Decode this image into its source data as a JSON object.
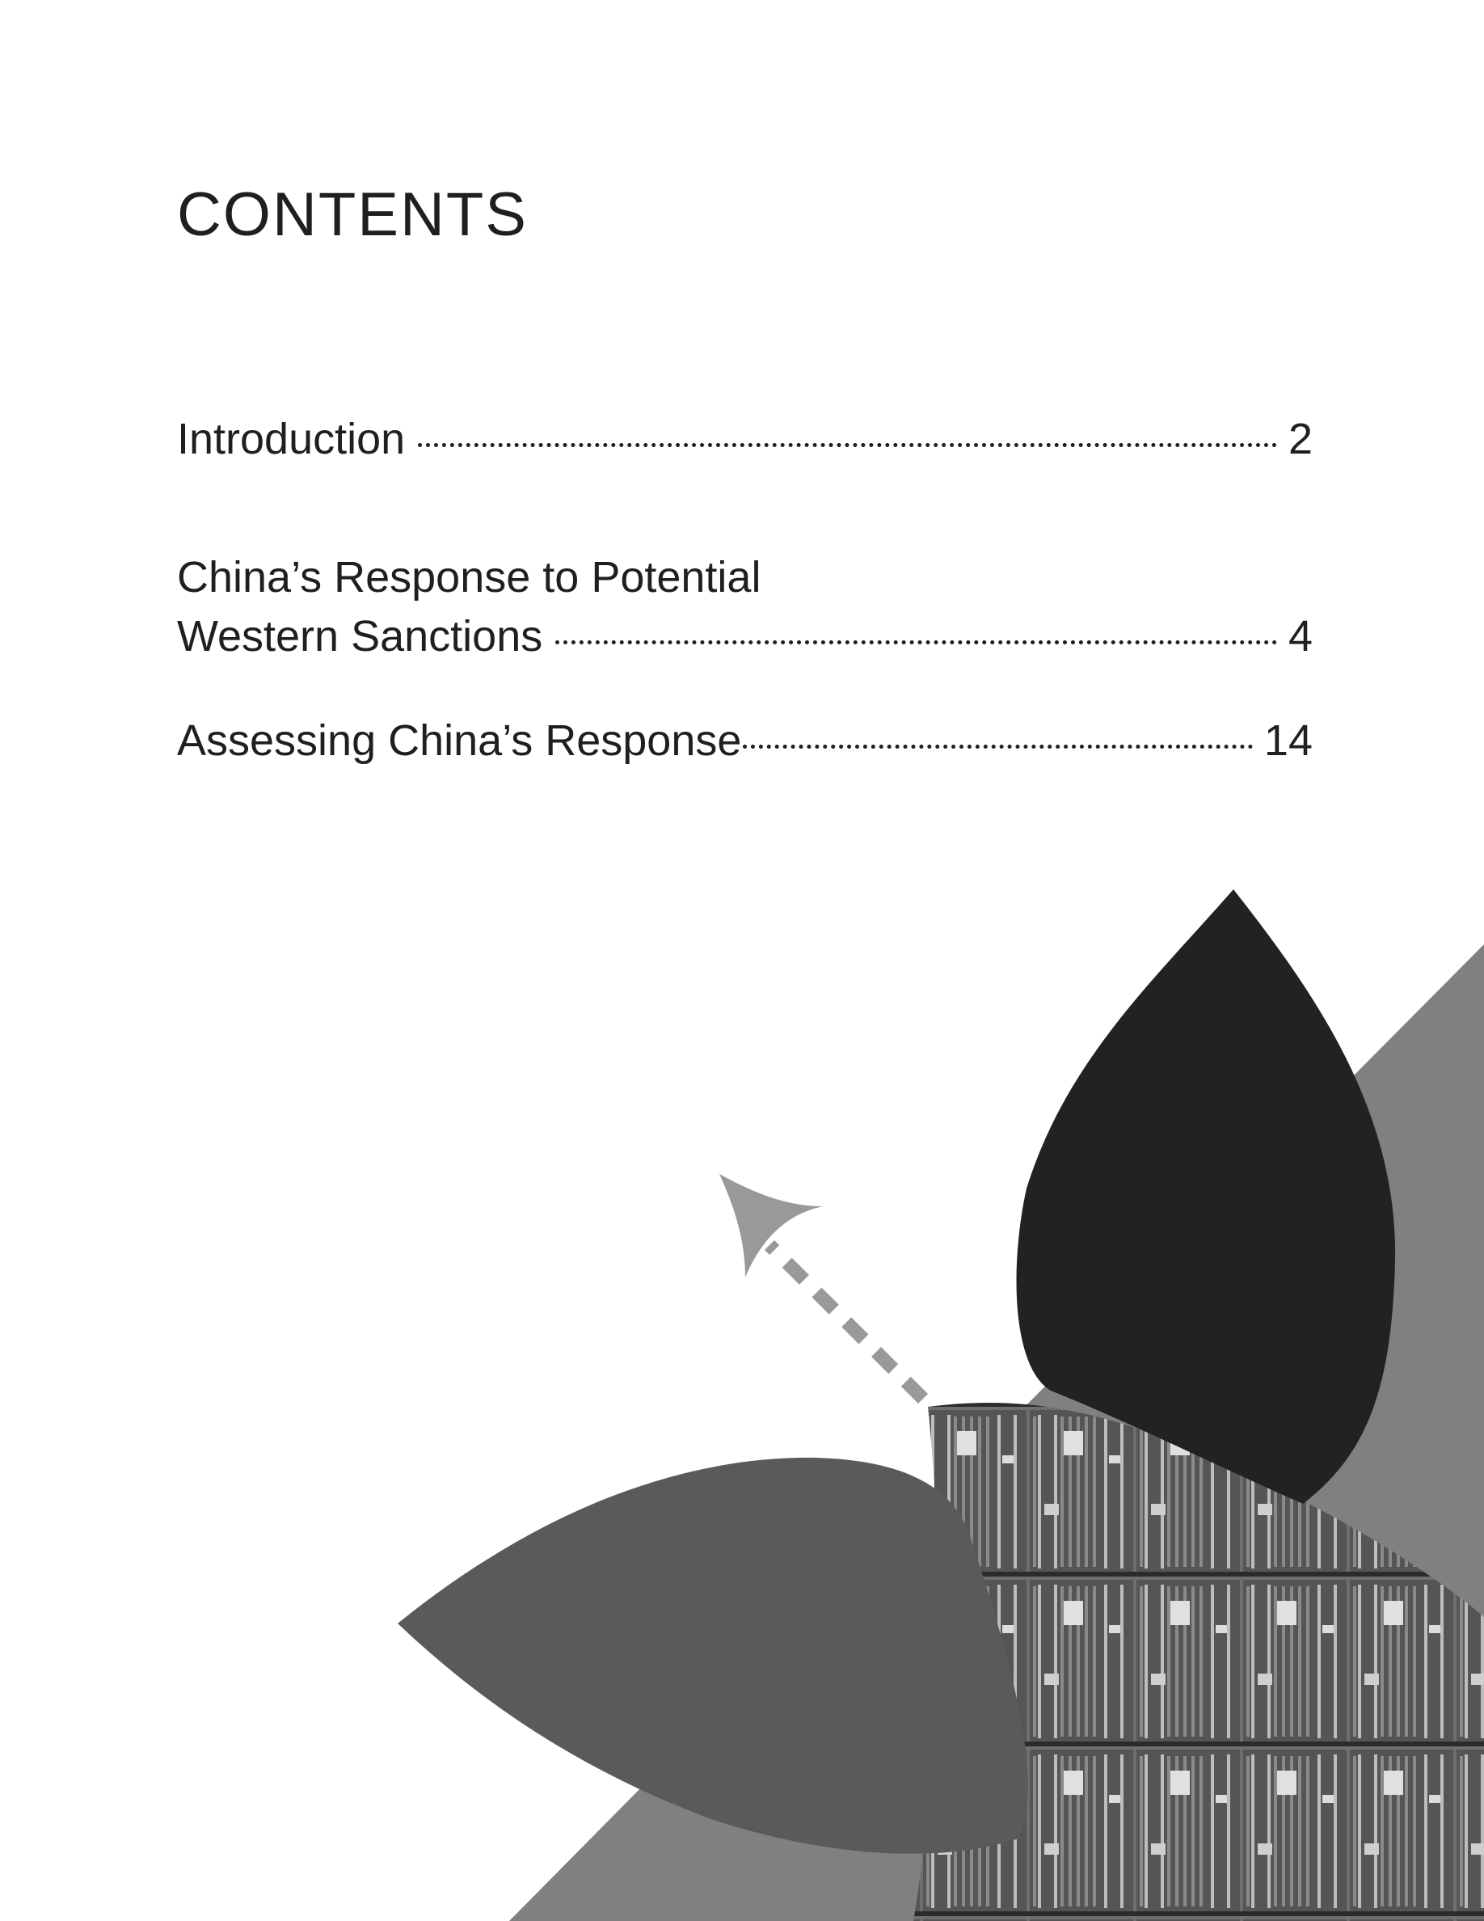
{
  "page": {
    "title": "CONTENTS"
  },
  "toc": {
    "entries": [
      {
        "line1": "Introduction",
        "page": "2"
      },
      {
        "line1": "China’s Response to Potential",
        "line2": "Western Sanctions",
        "page": "4"
      },
      {
        "line1": "Assessing China’s Response",
        "page": "14"
      }
    ]
  },
  "decoration": {
    "icons": [
      "leaf-shape-dark",
      "leaf-shape-mid",
      "triangle-shape-light",
      "dashed-arrow-icon",
      "shipping-containers-photo"
    ],
    "colors": {
      "text": "#1f1f1f",
      "leaf_dark": "#222222",
      "leaf_mid": "#5a5a5a",
      "triangle_light": "#808080",
      "arrow": "#999999"
    }
  }
}
